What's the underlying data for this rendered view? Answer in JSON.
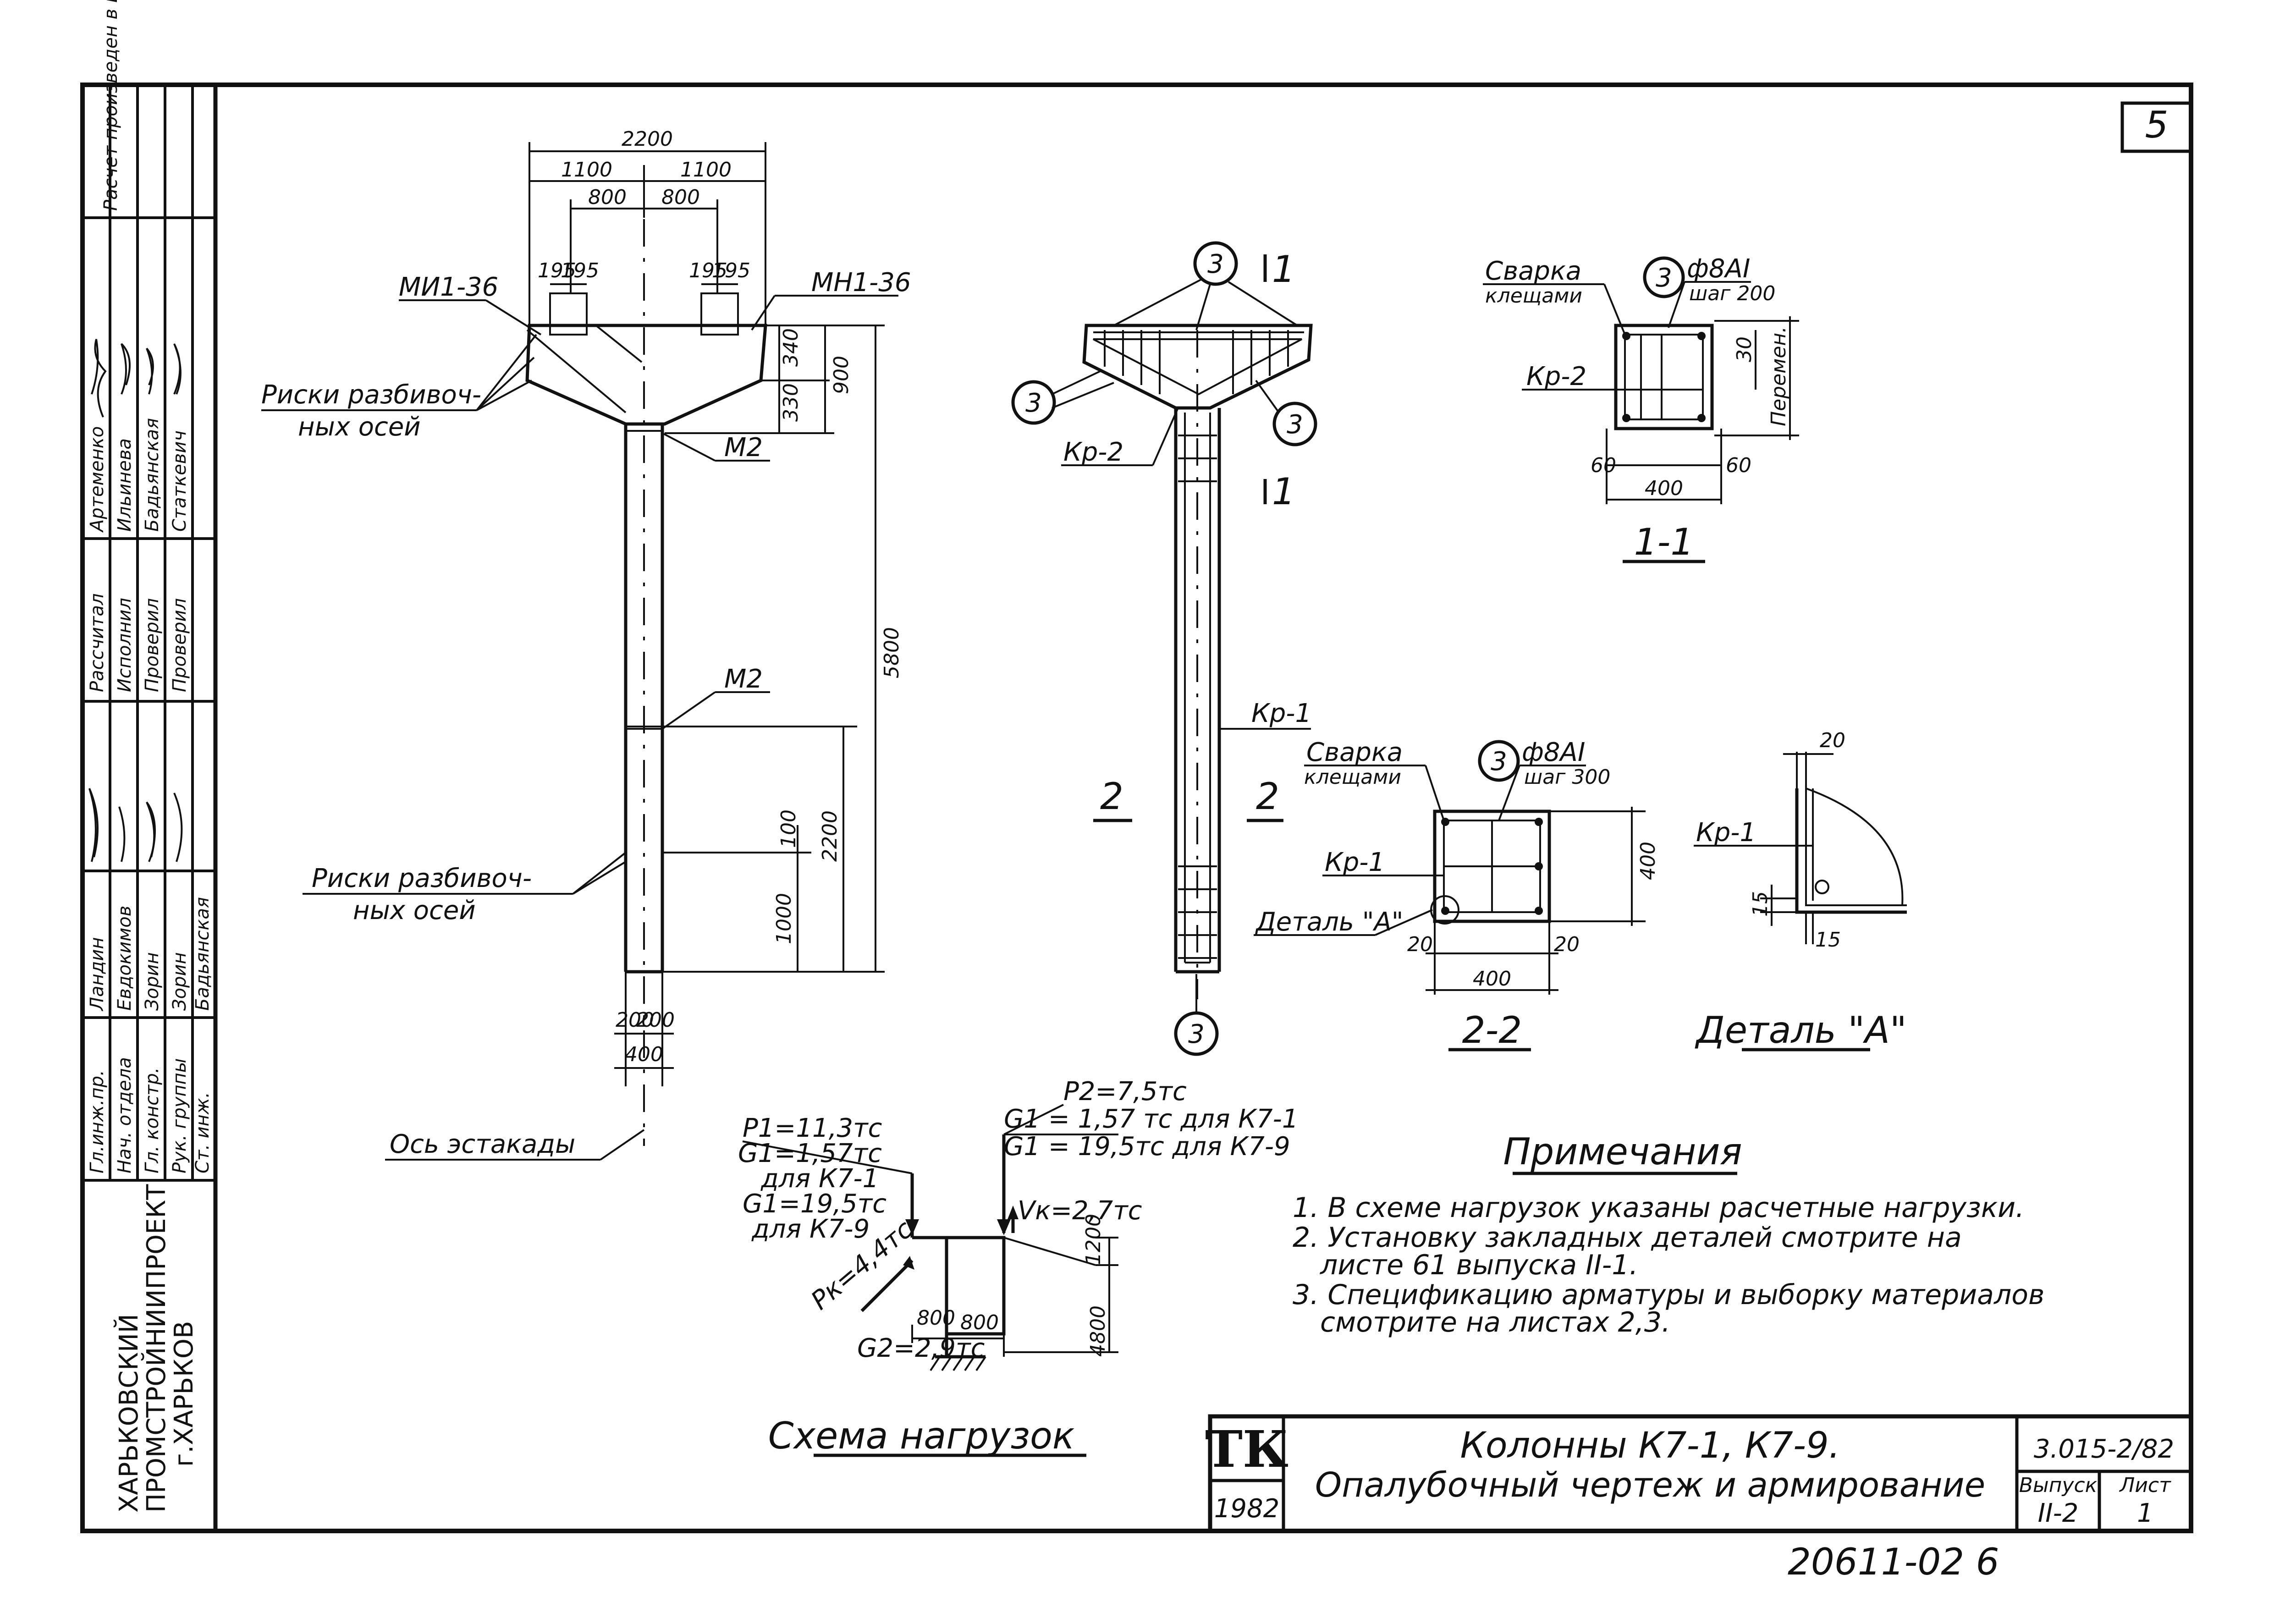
{
  "sheet_number": "5",
  "frame": {
    "stamp_rows": [
      {
        "role": "Гл.инж.пр.",
        "name": "Ландин"
      },
      {
        "role": "Нач. отдела",
        "name": "Евдокимов"
      },
      {
        "role": "Гл. констр.",
        "name": "Зорин"
      },
      {
        "role": "Рук. группы",
        "name": "Зорин"
      },
      {
        "role": "Ст. инж.",
        "name": "Бадьянская"
      }
    ],
    "calc_rows": [
      {
        "role": "Рассчитал",
        "name": "Артеменко"
      },
      {
        "role": "Исполнил",
        "name": "Ильинева"
      },
      {
        "role": "Проверил",
        "name": "Бадьянская"
      },
      {
        "role": "Проверил",
        "name": "Статкевич"
      }
    ],
    "calc_note": "Расчет произведен в институте по проекту ХВС",
    "organization_lines": [
      "ХАРЬКОВСКИЙ",
      "ПРОМСТРОЙНИИПРОЕКТ",
      "г.ХАРЬКОВ"
    ]
  },
  "column_drawing": {
    "dimensions": {
      "total_width": "2200",
      "half_left": "1100",
      "half_right": "1100",
      "inner_left": "800",
      "inner_right": "800",
      "embed_left_a": "195",
      "embed_left_b": "195",
      "embed_right_a": "195",
      "embed_right_b": "195",
      "height_head": "340",
      "height_head_low": "330",
      "height_900": "900",
      "height_total": "5800",
      "height_2200": "2200",
      "height_100": "100",
      "height_1000": "1000",
      "foot_left": "200",
      "foot_right": "200",
      "foot_width": "400"
    },
    "labels": {
      "embed_left": "МИ1-36",
      "embed_right": "МН1-36",
      "risk_top_1": "Риски разбивоч-",
      "risk_top_2": "ных осей",
      "m2_top": "М2",
      "m2_mid": "М2",
      "risk_bot_1": "Риски разбивоч-",
      "risk_bot_2": "ных осей",
      "axis": "Ось эстакады"
    }
  },
  "reinforcement_drawing": {
    "bar_mark": "3",
    "section_mark": "1",
    "section_mark_2": "2",
    "kr2": "Кр-2",
    "kr1": "Кр-1"
  },
  "section_1_1": {
    "weld_1": "Сварка",
    "weld_2": "клещами",
    "bar_mark": "3",
    "bar_spec": "ф8AI",
    "bar_step": "шаг 200",
    "kr": "Кр-2",
    "dim_30": "30",
    "dim_var": "Перемен.",
    "dim_60_left": "60",
    "dim_60_right": "60",
    "dim_400": "400",
    "title": "1-1"
  },
  "section_2_2": {
    "weld_1": "Сварка",
    "weld_2": "клещами",
    "bar_mark": "3",
    "bar_spec": "ф8AI",
    "bar_step": "шаг 300",
    "kr": "Кр-1",
    "detail_ref": "Деталь \"А\"",
    "dim_400_v": "400",
    "dim_20_left": "20",
    "dim_20_right": "20",
    "dim_400_h": "400",
    "title": "2-2"
  },
  "detail_a": {
    "kr": "Кр-1",
    "dim_20": "20",
    "dim_15_v": "15",
    "dim_15_h": "15",
    "title": "Деталь \"А\""
  },
  "load_scheme": {
    "p1": "P1=11,3тс",
    "g1_a": "G1=1,57тс",
    "g1_a_for": "для К7-1",
    "g1_b": "G1=19,5тс",
    "g1_b_for": "для К7-9",
    "p2": "P2=7,5тс",
    "g2_a": "G1 = 1,57 тс для К7-1",
    "g2_b": "G1 = 19,5тс для К7-9",
    "vk": "Vк=2,7тс",
    "pk": "Pк=4,4тс",
    "dim_800_a": "800",
    "dim_800_b": "800",
    "dim_1200": "1200",
    "dim_4800": "4800",
    "g2": "G2=2,9тс",
    "title": "Схема нагрузок"
  },
  "notes": {
    "title": "Примечания",
    "items": [
      "1. В схеме нагрузок указаны расчетные нагрузки.",
      "2. Установку закладных деталей смотрите на",
      "листе 61 выпуска II-1.",
      "3. Спецификацию арматуры и выборку материалов",
      "смотрите на листах 2,3."
    ]
  },
  "title_block": {
    "logo": "ТК",
    "year": "1982",
    "title_1": "Колонны К7-1, К7-9.",
    "title_2": "Опалубочный чертеж и армирование",
    "code": "3.015-2/82",
    "issue_label": "Выпуск",
    "issue_value": "II-2",
    "sheet_label": "Лист",
    "sheet_value": "1"
  },
  "footer_number": "20611-02 6"
}
